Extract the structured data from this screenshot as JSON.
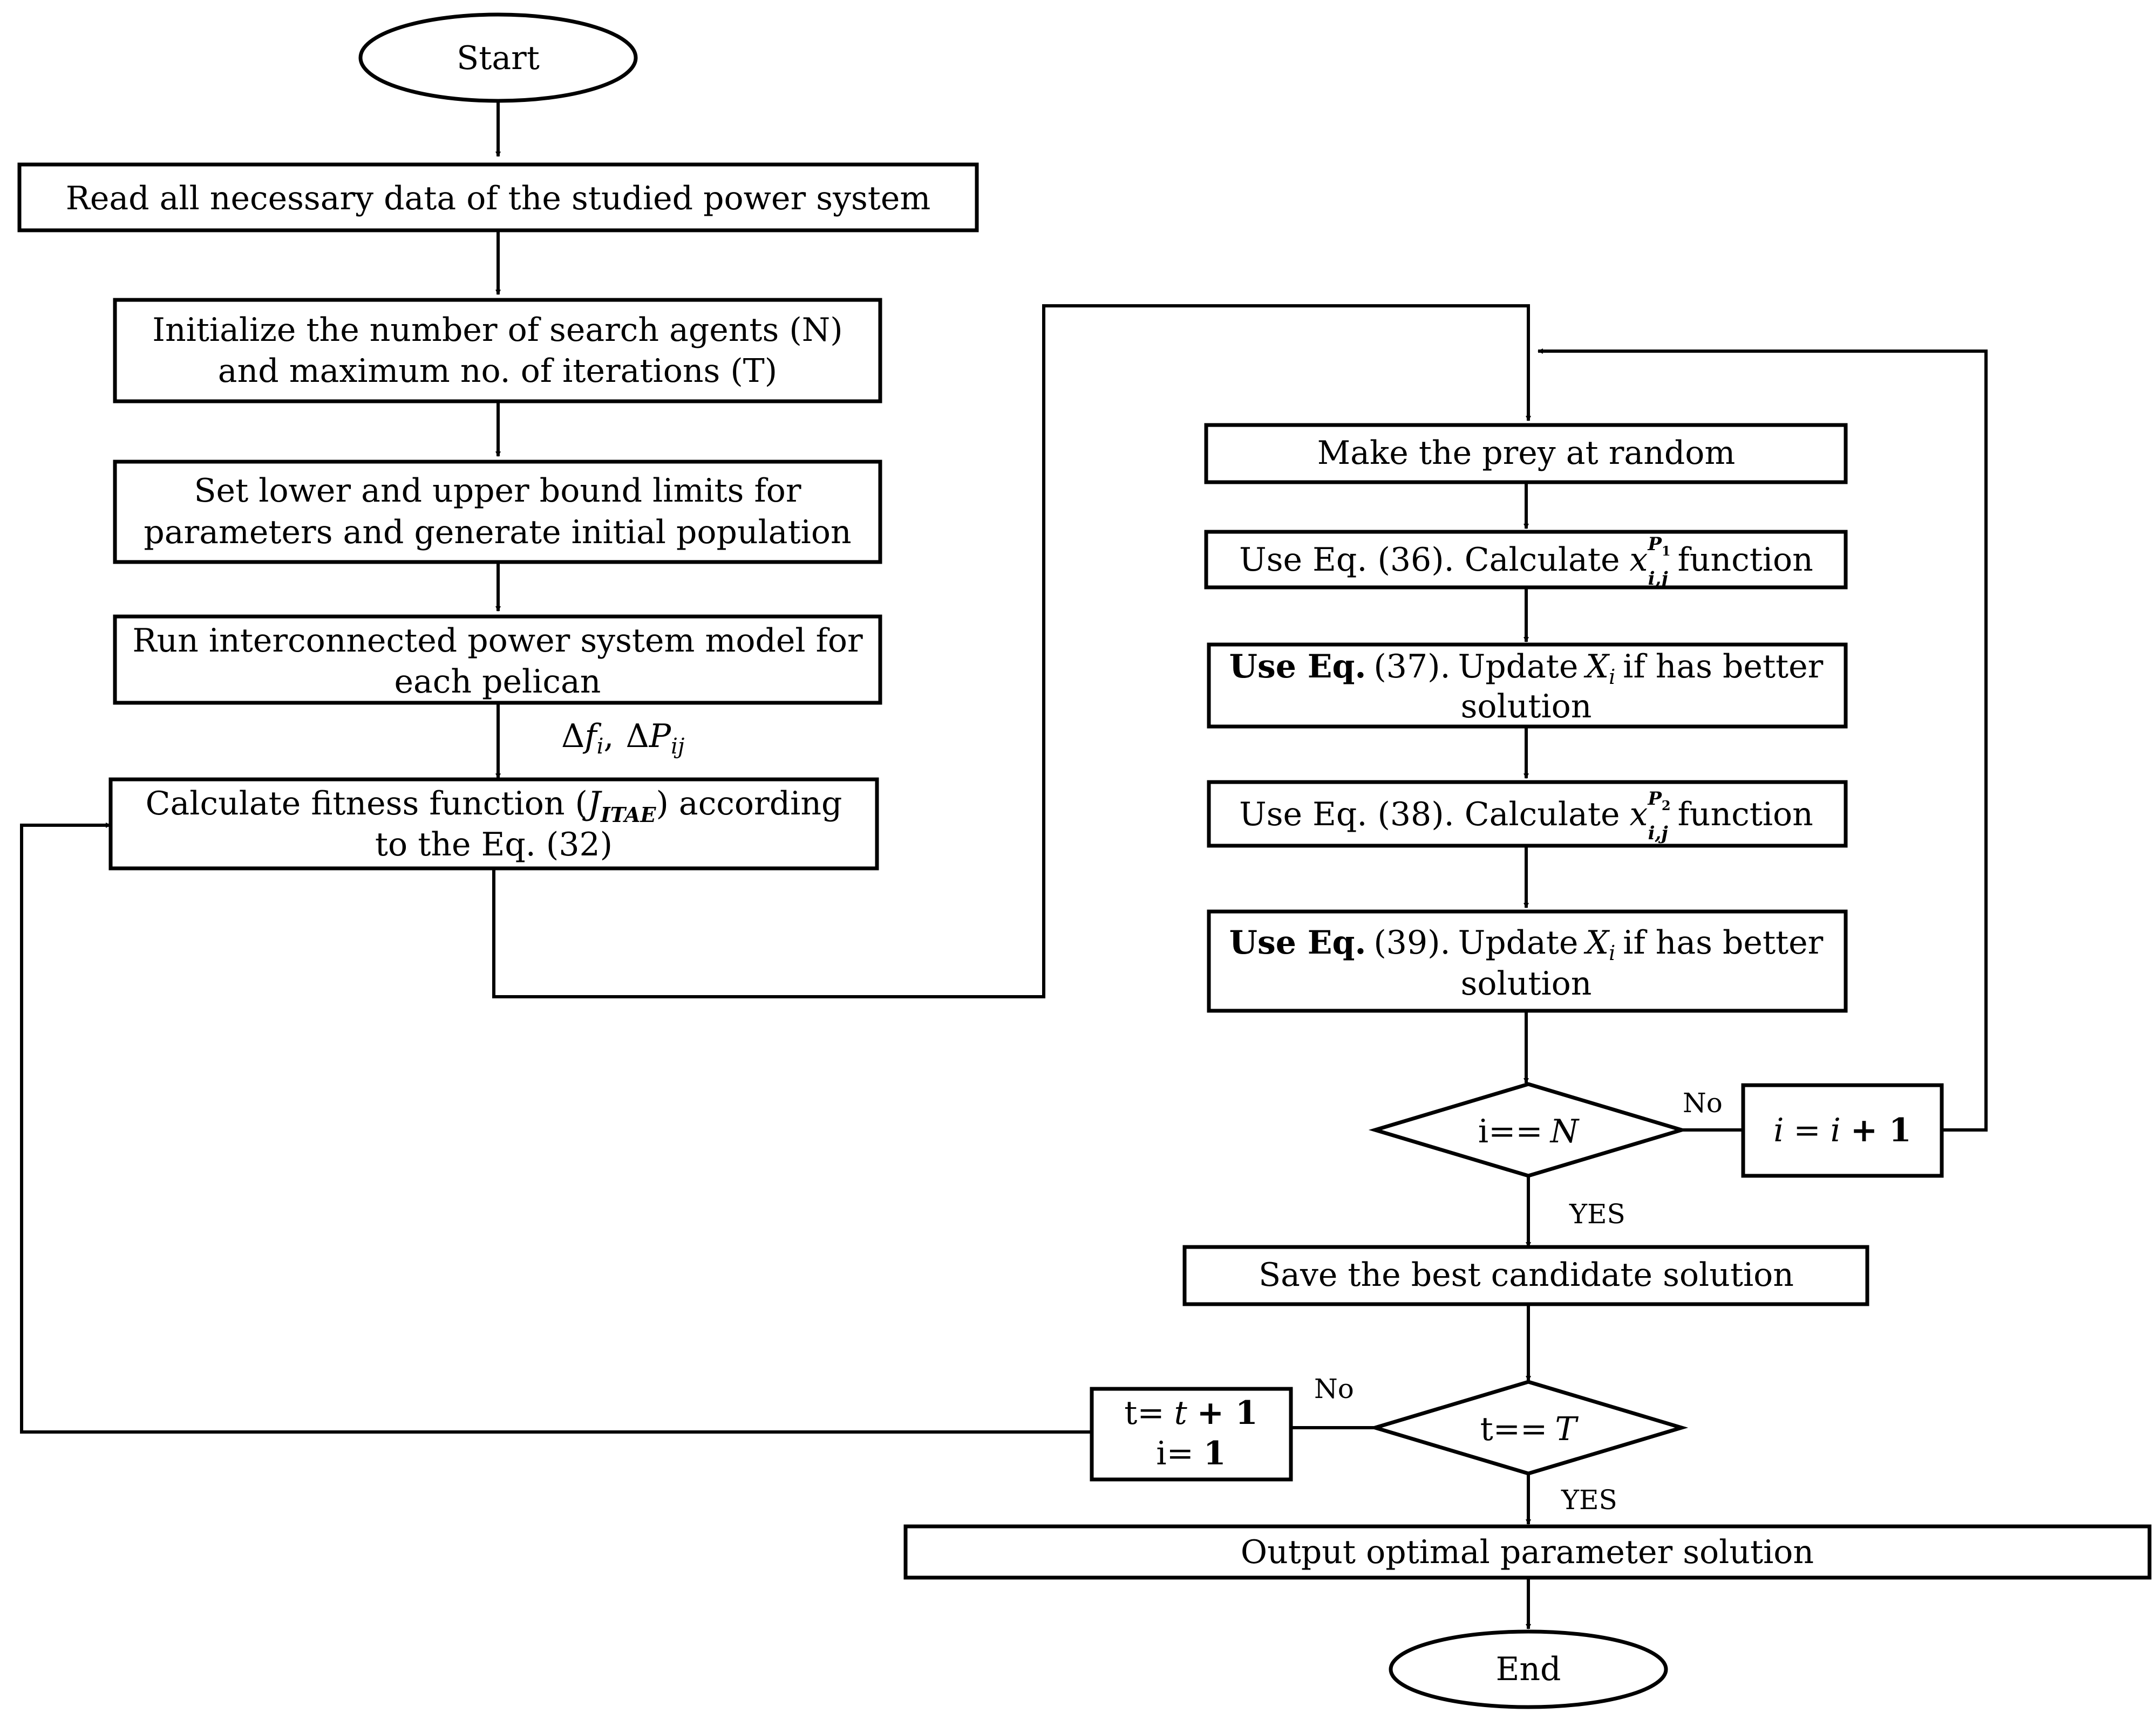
{
  "nodes": {
    "start": "Start",
    "read": "Read all necessary data of the studied power system",
    "init_1": "Initialize the number of search agents (N)",
    "init_2": "and maximum no. of iterations (T)",
    "bounds_1": "Set lower and upper bound limits for",
    "bounds_2": "parameters and generate initial population",
    "run_1": "Run interconnected power system model for",
    "run_2": "each pelican",
    "fitness_1a": "Calculate fitness function (",
    "fitness_1b": "J",
    "fitness_1c": "ITAE",
    "fitness_1d": ") according",
    "fitness_2": "to the Eq. (32)",
    "prey": "Make the prey at random",
    "eq36_a": "Use Eq. (36). Calculate",
    "eq36_var": "x",
    "eq36_sup": "P",
    "eq36_supsub": "1",
    "eq36_sub": "i,j",
    "eq36_b": "function",
    "eq37_a": "Use Eq.",
    "eq37_b": "(37).",
    "eq37_c": "Update",
    "eq37_var": "X",
    "eq37_sub": "i",
    "eq37_d": "if has better",
    "eq37_e": "solution",
    "eq38_a": "Use Eq. (38). Calculate",
    "eq38_var": "x",
    "eq38_sup": "P",
    "eq38_supsub": "2",
    "eq38_sub": "i,j",
    "eq38_b": "function",
    "eq39_a": "Use Eq.",
    "eq39_b": "(39).",
    "eq39_c": "Update",
    "eq39_var": "X",
    "eq39_sub": "i",
    "eq39_d": "if has better",
    "eq39_e": "solution",
    "decision_i_a": "i==",
    "decision_i_b": "N",
    "inc_i_a": "i",
    "inc_i_b": "=",
    "inc_i_c": "i",
    "inc_i_d": "+ 1",
    "save": "Save the best candidate solution",
    "decision_t_a": "t==",
    "decision_t_b": "T",
    "inc_t_a": "t=",
    "inc_t_b": "t",
    "inc_t_c": "+ 1",
    "inc_t_d": "i=",
    "inc_t_e": "1",
    "output": "Output optimal parameter solution",
    "end": "End"
  },
  "edge_labels": {
    "delta_sym_1": "Δ",
    "delta_f": "f",
    "delta_f_sub": "i",
    "comma": ",",
    "delta_sym_2": "Δ",
    "delta_p": "P",
    "delta_p_sub": "ij",
    "no_i": "No",
    "yes_i": "YES",
    "no_t": "No",
    "yes_t": "YES"
  }
}
